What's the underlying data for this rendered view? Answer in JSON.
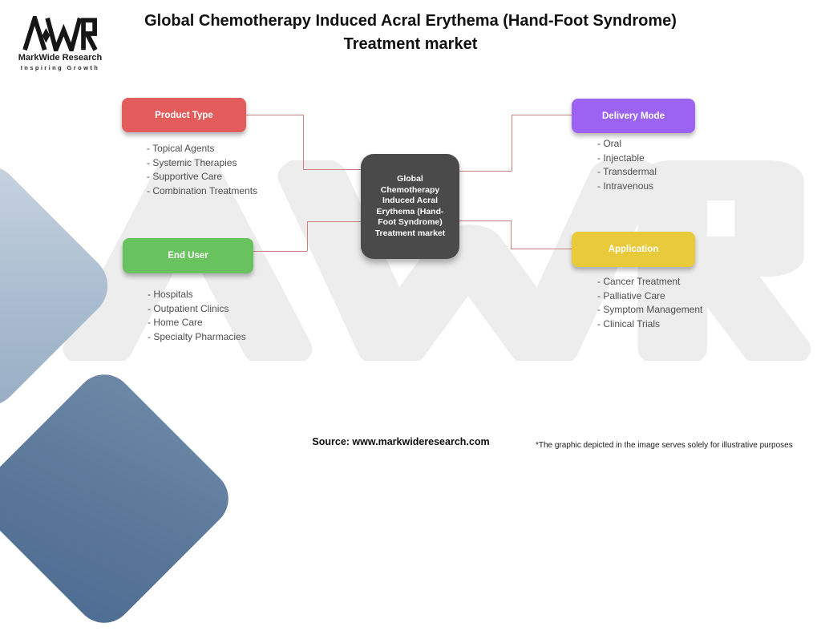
{
  "header": {
    "logo": {
      "mark": "mwr-monogram",
      "brand": "MarkWide Research",
      "tagline": "Inspiring Growth"
    },
    "title": "Global Chemotherapy Induced Acral Erythema (Hand-Foot Syndrome) Treatment market"
  },
  "diagram": {
    "center": {
      "label": "Global Chemotherapy Induced Acral Erythema (Hand-Foot Syndrome) Treatment market",
      "color": "#4a4a4a"
    },
    "item_prefix": "- ",
    "connector_color": "#c9827d",
    "nodes": [
      {
        "id": "product-type",
        "label": "Product Type",
        "color": "#e25c5c",
        "items": [
          "Topical Agents",
          "Systemic Therapies",
          "Supportive Care",
          "Combination Treatments"
        ]
      },
      {
        "id": "delivery-mode",
        "label": "Delivery Mode",
        "color": "#9c63f2",
        "items": [
          "Oral",
          "Injectable",
          "Transdermal",
          "Intravenous"
        ]
      },
      {
        "id": "end-user",
        "label": "End User",
        "color": "#68c35f",
        "items": [
          "Hospitals",
          "Outpatient Clinics",
          "Home Care",
          "Specialty Pharmacies"
        ]
      },
      {
        "id": "application",
        "label": "Application",
        "color": "#e9ca3b",
        "items": [
          "Cancer Treatment",
          "Palliative Care",
          "Symptom Management",
          "Clinical Trials"
        ]
      }
    ]
  },
  "footer": {
    "source": "Source: www.markwideresearch.com",
    "disclaimer": "*The graphic depicted in the image serves solely for illustrative purposes"
  }
}
